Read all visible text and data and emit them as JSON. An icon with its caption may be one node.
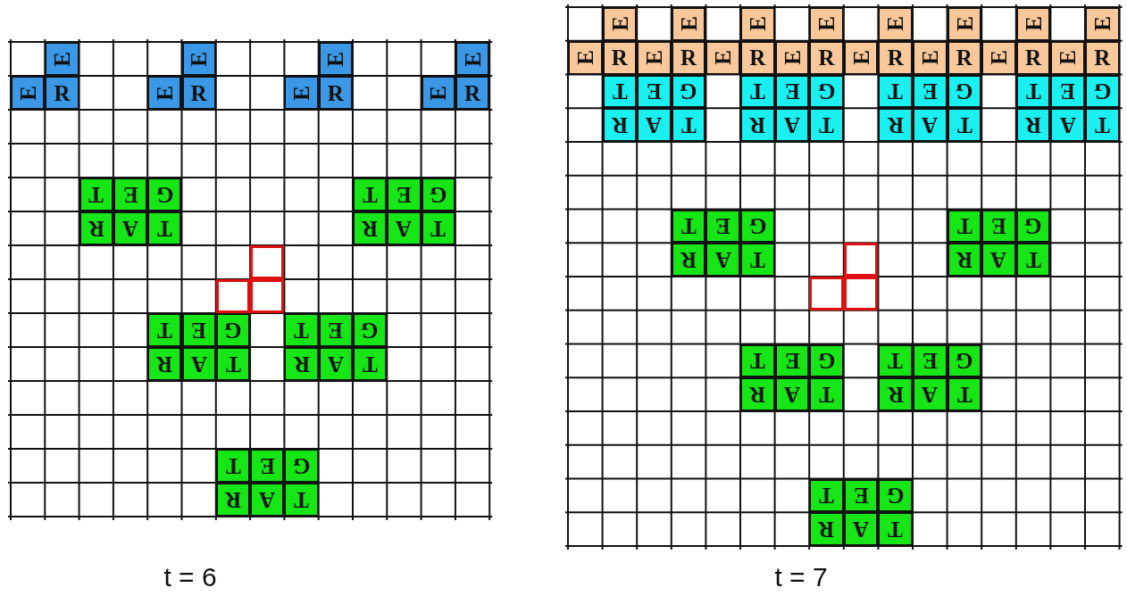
{
  "diagram": {
    "nodes": [
      {
        "text": [
          "E"
        ]
      },
      {
        "text": [
          "E"
        ]
      },
      {
        "text": [
          "E"
        ]
      },
      {
        "text": [
          "E"
        ]
      },
      {
        "text": [
          "E"
        ]
      },
      {
        "text": [
          "R"
        ]
      },
      {
        "text": [
          "E"
        ]
      },
      {
        "text": [
          "R"
        ]
      },
      {
        "text": [
          "E"
        ]
      },
      {
        "text": [
          "R"
        ]
      },
      {
        "text": [
          "E"
        ]
      },
      {
        "text": [
          "R"
        ]
      },
      {
        "text": [
          "T"
        ]
      },
      {
        "text": [
          "E"
        ]
      },
      {
        "text": [
          "G"
        ]
      },
      {
        "text": [
          "T"
        ]
      },
      {
        "text": [
          "E"
        ]
      },
      {
        "text": [
          "G"
        ]
      },
      {
        "text": [
          "R"
        ]
      },
      {
        "text": [
          "A"
        ]
      },
      {
        "text": [
          "T"
        ]
      },
      {
        "text": [
          "R"
        ]
      },
      {
        "text": [
          "A"
        ]
      },
      {
        "text": [
          "T"
        ]
      },
      {
        "text": [],
        "shape": "box"
      },
      {
        "text": [],
        "shape": "box"
      },
      {
        "text": [],
        "shape": "box"
      },
      {
        "text": [
          "T"
        ]
      },
      {
        "text": [
          "E"
        ]
      },
      {
        "text": [
          "G"
        ]
      },
      {
        "text": [
          "T"
        ]
      },
      {
        "text": [
          "E"
        ]
      },
      {
        "text": [
          "G"
        ]
      },
      {
        "text": [
          "R"
        ]
      },
      {
        "text": [
          "A"
        ]
      },
      {
        "text": [
          "T"
        ]
      },
      {
        "text": [
          "R"
        ]
      },
      {
        "text": [
          "A"
        ]
      },
      {
        "text": [
          "T"
        ]
      },
      {
        "text": [
          "T"
        ]
      },
      {
        "text": [
          "E"
        ]
      },
      {
        "text": [
          "G"
        ]
      },
      {
        "text": [
          "R"
        ]
      },
      {
        "text": [
          "A"
        ]
      },
      {
        "text": [
          "T"
        ]
      },
      {
        "text": [
          "E"
        ]
      },
      {
        "text": [
          "E"
        ]
      },
      {
        "text": [
          "E"
        ]
      },
      {
        "text": [
          "E"
        ]
      },
      {
        "text": [
          "E"
        ]
      },
      {
        "text": [
          "E"
        ]
      },
      {
        "text": [
          "E"
        ]
      },
      {
        "text": [
          "E"
        ]
      },
      {
        "text": [
          "E"
        ]
      },
      {
        "text": [
          "R"
        ]
      },
      {
        "text": [
          "E"
        ]
      },
      {
        "text": [
          "R"
        ]
      },
      {
        "text": [
          "E"
        ]
      },
      {
        "text": [
          "R"
        ]
      },
      {
        "text": [
          "E"
        ]
      },
      {
        "text": [
          "R"
        ]
      },
      {
        "text": [
          "E"
        ]
      },
      {
        "text": [
          "R"
        ]
      },
      {
        "text": [
          "E"
        ]
      },
      {
        "text": [
          "R"
        ]
      },
      {
        "text": [
          "E"
        ]
      },
      {
        "text": [
          "R"
        ]
      },
      {
        "text": [
          "E"
        ]
      },
      {
        "text": [
          "R"
        ]
      },
      {
        "text": [
          "T"
        ]
      },
      {
        "text": [
          "E"
        ]
      },
      {
        "text": [
          "G"
        ]
      },
      {
        "text": [
          "T"
        ]
      },
      {
        "text": [
          "E"
        ]
      },
      {
        "text": [
          "G"
        ]
      },
      {
        "text": [
          "T"
        ]
      },
      {
        "text": [
          "E"
        ]
      },
      {
        "text": [
          "G"
        ]
      },
      {
        "text": [
          "T"
        ]
      },
      {
        "text": [
          "E"
        ]
      },
      {
        "text": [
          "G"
        ]
      },
      {
        "text": [
          "R"
        ]
      },
      {
        "text": [
          "A"
        ]
      },
      {
        "text": [
          "T"
        ]
      },
      {
        "text": [
          "R"
        ]
      },
      {
        "text": [
          "A"
        ]
      },
      {
        "text": [
          "T"
        ]
      },
      {
        "text": [
          "R"
        ]
      },
      {
        "text": [
          "A"
        ]
      },
      {
        "text": [
          "T"
        ]
      },
      {
        "text": [
          "R"
        ]
      },
      {
        "text": [
          "A"
        ]
      },
      {
        "text": [
          "T"
        ]
      },
      {
        "text": [
          "T"
        ]
      },
      {
        "text": [
          "E"
        ]
      },
      {
        "text": [
          "G"
        ]
      },
      {
        "text": [
          "T"
        ]
      },
      {
        "text": [
          "E"
        ]
      },
      {
        "text": [
          "G"
        ]
      },
      {
        "text": [
          "R"
        ]
      },
      {
        "text": [
          "A"
        ]
      },
      {
        "text": [
          "T"
        ]
      },
      {
        "text": [],
        "shape": "box"
      },
      {
        "text": [
          "R"
        ]
      },
      {
        "text": [
          "A"
        ]
      },
      {
        "text": [
          "T"
        ]
      },
      {
        "text": [],
        "shape": "box"
      },
      {
        "text": [],
        "shape": "box"
      },
      {
        "text": [
          "T"
        ]
      },
      {
        "text": [
          "E"
        ]
      },
      {
        "text": [
          "G"
        ]
      },
      {
        "text": [
          "T"
        ]
      },
      {
        "text": [
          "E"
        ]
      },
      {
        "text": [
          "G"
        ]
      },
      {
        "text": [
          "R"
        ]
      },
      {
        "text": [
          "A"
        ]
      },
      {
        "text": [
          "T"
        ]
      },
      {
        "text": [
          "R"
        ]
      },
      {
        "text": [
          "A"
        ]
      },
      {
        "text": [
          "T"
        ]
      },
      {
        "text": [
          "T"
        ]
      },
      {
        "text": [
          "E"
        ]
      },
      {
        "text": [
          "G"
        ]
      },
      {
        "text": [
          "R"
        ]
      },
      {
        "text": [
          "A"
        ]
      },
      {
        "text": [
          "T"
        ]
      }
    ],
    "labels": [
      "t = 6",
      "t = 7"
    ]
  }
}
